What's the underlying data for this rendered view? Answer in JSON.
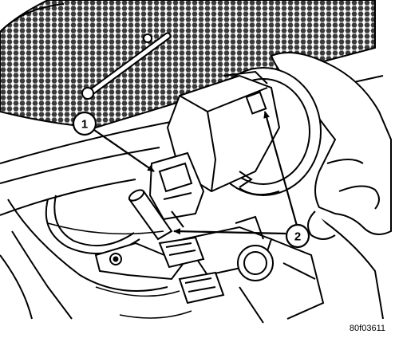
{
  "callouts": [
    {
      "label": "1"
    },
    {
      "label": "2"
    }
  ],
  "figure_id": "80f03611"
}
